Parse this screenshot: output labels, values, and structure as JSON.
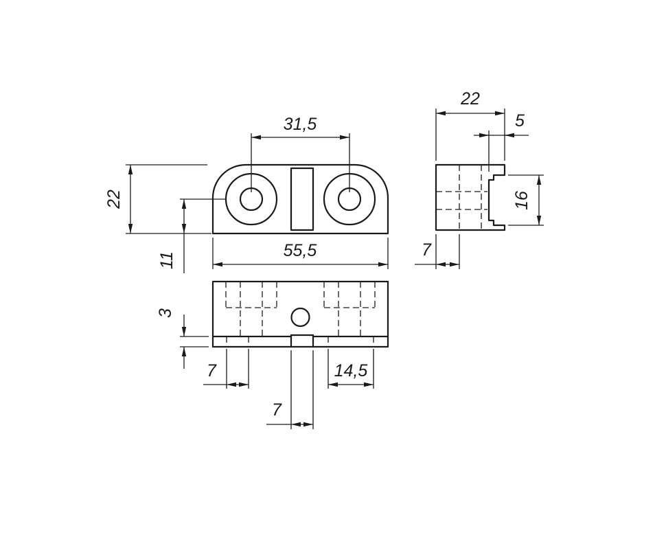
{
  "drawing": {
    "kind": "technical-drawing-three-views",
    "colors": {
      "line": "#1a1a1a",
      "background": "#ffffff"
    },
    "dimensions": {
      "top": {
        "hole_spacing": "31,5",
        "part_depth": "22",
        "hole_offset": "11",
        "part_width": "55,5"
      },
      "front": {
        "recess_height": "3",
        "left_groove_width": "7",
        "right_groove_width": "14,5",
        "center_slot_width": "7"
      },
      "side": {
        "part_width": "22",
        "step_depth": "5",
        "notch_height": "16",
        "face_to_hole": "7"
      }
    }
  }
}
